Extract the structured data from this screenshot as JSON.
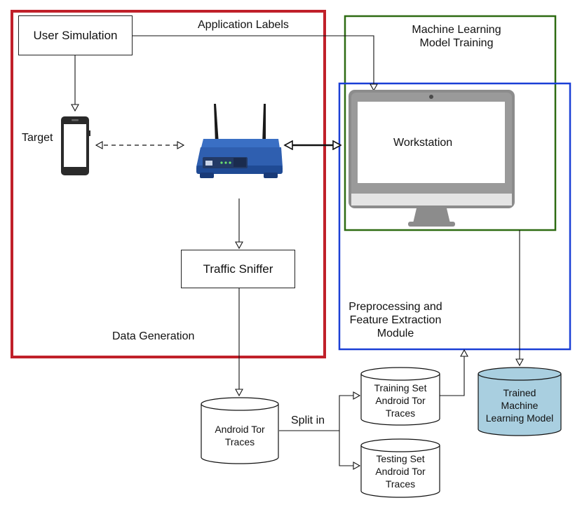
{
  "regions": {
    "data_generation": "Data Generation",
    "ml_training": [
      "Machine Learning",
      "Model Training"
    ],
    "preprocessing": [
      "Preprocessing and",
      "Feature Extraction",
      "Module"
    ]
  },
  "nodes": {
    "user_simulation": "User Simulation",
    "target": "Target",
    "traffic_sniffer": "Traffic Sniffer",
    "workstation": "Workstation",
    "android_tor_traces": [
      "Android Tor",
      "Traces"
    ],
    "training_set": [
      "Training Set",
      "Android Tor",
      "Traces"
    ],
    "testing_set": [
      "Testing Set",
      "Android Tor",
      "Traces"
    ],
    "trained_model": [
      "Trained",
      "Machine",
      "Learning Model"
    ]
  },
  "edges": {
    "application_labels": "Application Labels",
    "split_in": "Split in"
  },
  "colors": {
    "data_generation_border": "#c0202a",
    "ml_training_border": "#2e6b12",
    "preprocessing_border": "#1a3fd6",
    "trained_model_fill": "#a9cfe0",
    "router_blue": "#2f5fb0"
  },
  "icons": [
    "smartphone-icon",
    "wifi-router-icon",
    "workstation-monitor-icon"
  ]
}
